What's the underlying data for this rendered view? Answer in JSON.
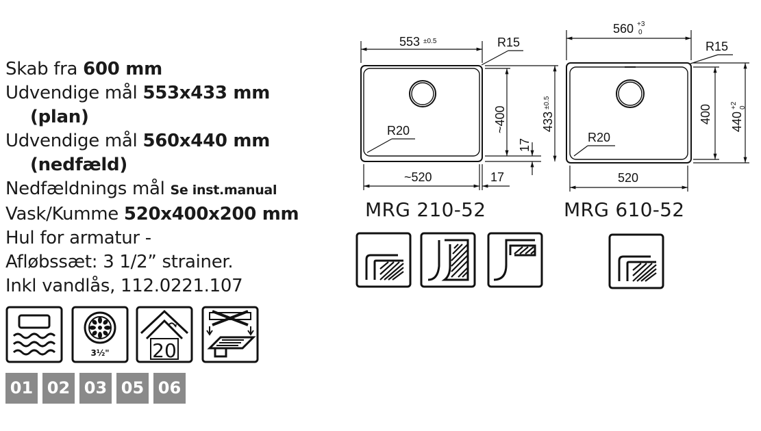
{
  "specs": {
    "cabinet": {
      "label": "Skab fra ",
      "value": "600 mm"
    },
    "outer_plan": {
      "label": "Udvendige mål ",
      "value": "553x433 mm",
      "note": "(plan)"
    },
    "outer_inset": {
      "label": "Udvendige mål ",
      "value": "560x440 mm",
      "note": "(nedfæld)"
    },
    "cutout": {
      "label": "Nedfældnings mål ",
      "value": "Se inst.manual"
    },
    "bowl": {
      "label": "Vask/Kumme ",
      "value": "520x400x200 mm"
    },
    "tap_hole": "Hul for armatur -",
    "waste": "Afløbssæt: 3 1/2” strainer.",
    "trap": "Inkl vandlås, 112.0221.107"
  },
  "feature_icons": [
    {
      "name": "deep-bowl-icon"
    },
    {
      "name": "strainer-icon",
      "text": "3½\""
    },
    {
      "name": "radius-icon",
      "text": "20"
    },
    {
      "name": "flush-mount-icon"
    }
  ],
  "codes": [
    "01",
    "02",
    "03",
    "05",
    "06"
  ],
  "drawings": {
    "left": {
      "width_top": "553",
      "width_top_tol": "±0.5",
      "r_outer": "R15",
      "r_inner": "R20",
      "height_inner": "~400",
      "height_right": "433",
      "height_right_tol": "±0.5",
      "gap_side": "17",
      "width_bottom": "~520",
      "gap_bottom": "17",
      "model": "MRG 210-52"
    },
    "right": {
      "width_top": "560",
      "tol_plus": "+3",
      "tol_zero": "0",
      "r_outer": "R15",
      "r_inner": "R20",
      "height_inner": "400",
      "height_right": "440",
      "h_tol_plus": "+2",
      "h_tol_zero": "0",
      "width_bottom": "520",
      "model": "MRG 610-52"
    }
  },
  "install_icons": [
    {
      "name": "undermount-icon"
    },
    {
      "name": "flush-icon"
    },
    {
      "name": "topmount-icon"
    },
    {
      "name": "inset-icon"
    }
  ]
}
